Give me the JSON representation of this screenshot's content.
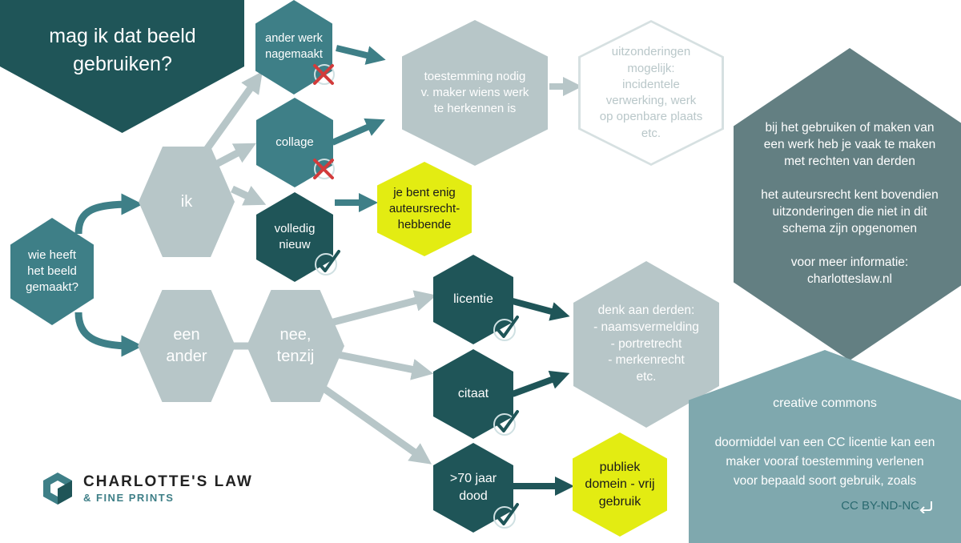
{
  "title": "mag ik dat beeld\ngebruiken?",
  "nodes": {
    "wie": "wie heeft\nhet beeld\ngemaakt?",
    "ik": "ik",
    "een_ander": "een\nander",
    "nee_tenzij": "nee,\ntenzij",
    "ander_werk": "ander werk\nnagemaakt",
    "collage": "collage",
    "volledig_nieuw": "volledig\nnieuw",
    "toestemming": "toestemming nodig\nv. maker wiens werk\nte herkennen is",
    "uitzonderingen": "uitzonderingen\nmogelijk:\nincidentele\nverwerking, werk\nop openbare plaats\netc.",
    "enig": "je bent enig\nauteursrecht-\nhebbende",
    "licentie": "licentie",
    "citaat": "citaat",
    "zeventig": ">70 jaar\ndood",
    "derden": "denk aan derden:\n- naamsvermelding\n- portretrecht\n- merkenrecht\netc.",
    "publiek": "publiek\ndomein - vrij\ngebruik"
  },
  "info": "bij  het gebruiken of maken van\neen werk heb je vaak te maken\nmet rechten van derden\n\nhet auteursrecht kent bovendien\nuitzonderingen die niet in dit\nschema zijn opgenomen\n\nvoor meer informatie:\ncharlotteslaw.nl",
  "cc": {
    "title": "creative commons",
    "body": "doormiddel van een CC licentie kan een\nmaker vooraf toestemming verlenen\nvoor bepaald soort gebruik, zoals",
    "code": "CC BY-ND-NC"
  },
  "logo": {
    "name": "CHARLOTTE'S LAW",
    "sub": "& FINE PRINTS"
  },
  "colors": {
    "light": "#b7c6c8",
    "mid": "#3e7f87",
    "dark": "#1f5558",
    "yellow": "#e3ec12",
    "slate": "#637f82",
    "cc": "#7fa8ae",
    "cross": "#d23b3b"
  },
  "marks": {
    "ander_werk": "cross-icon",
    "collage": "cross-icon",
    "volledig_nieuw": "check-icon",
    "licentie": "check-icon",
    "citaat": "check-icon",
    "zeventig": "check-icon"
  }
}
